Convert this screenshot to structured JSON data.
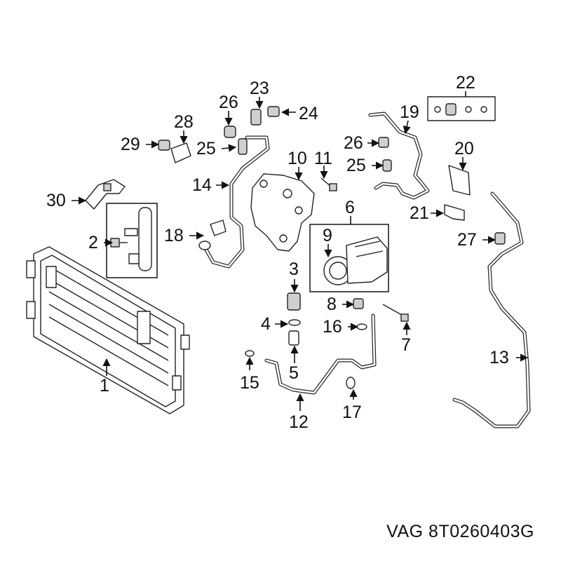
{
  "diagram": {
    "callouts": [
      "1",
      "2",
      "3",
      "4",
      "5",
      "6",
      "7",
      "8",
      "9",
      "10",
      "11",
      "12",
      "13",
      "14",
      "15",
      "16",
      "17",
      "18",
      "19",
      "20",
      "21",
      "22",
      "23",
      "24",
      "25",
      "25",
      "26",
      "26",
      "27",
      "28",
      "29",
      "30"
    ]
  },
  "footer": {
    "brand": "VAG",
    "part_number": "8T0260403G"
  }
}
